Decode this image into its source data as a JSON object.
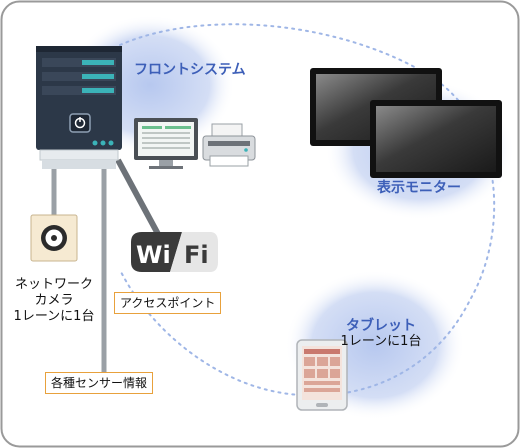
{
  "labels": {
    "front_system": "フロントシステム",
    "display_monitor": "表示モニター",
    "network_camera": [
      "ネットワーク",
      "カメラ",
      "1レーンに1台"
    ],
    "access_point": "アクセスポイント",
    "sensors": "各種センサー情報",
    "tablet": [
      "タブレット",
      "1レーンに1台"
    ],
    "wifi_left": "Wi",
    "wifi_right": "Fi"
  },
  "colors": {
    "blue_text": "#3d5fb8",
    "cloud": "#c9d6f2",
    "dashed_ring": "#9fb6e6",
    "server_dark": "#2c3848",
    "server_teal": "#3bb3b8",
    "box_border": "#e8a13c",
    "cable": "#9aa0a6"
  },
  "icons": [
    "server-icon",
    "desktop-computer-icon",
    "printer-icon",
    "monitor-icon",
    "camera-icon",
    "wifi-logo-icon",
    "tablet-icon"
  ]
}
